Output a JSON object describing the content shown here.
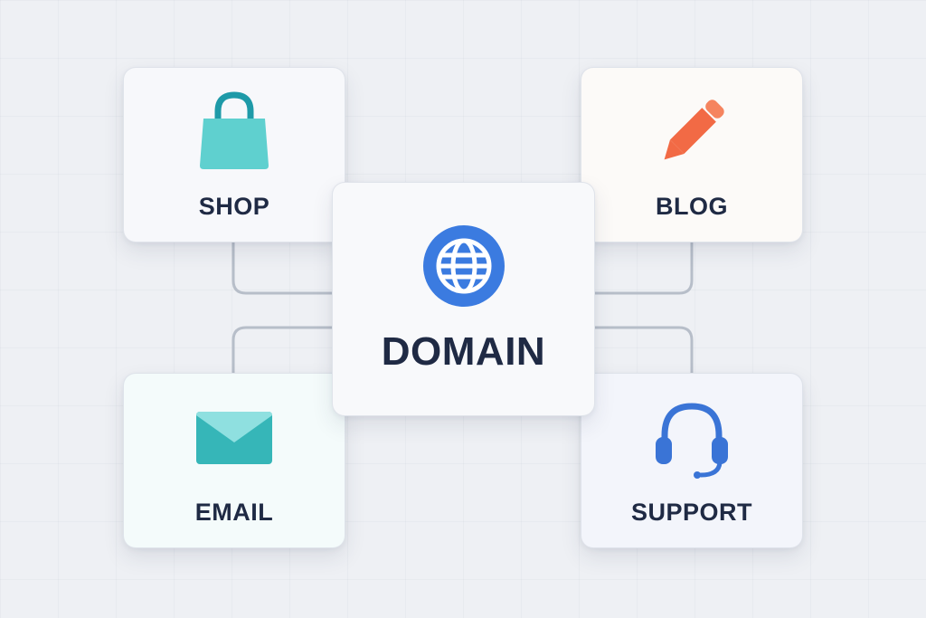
{
  "diagram": {
    "center": {
      "label": "DOMAIN",
      "icon": "globe-icon",
      "icon_color": "#3b7be0"
    },
    "nodes": [
      {
        "id": "shop",
        "label": "SHOP",
        "icon": "shopping-bag-icon",
        "icon_color": "#5fd0cf"
      },
      {
        "id": "blog",
        "label": "BLOG",
        "icon": "pencil-icon",
        "icon_color": "#f26a45"
      },
      {
        "id": "email",
        "label": "EMAIL",
        "icon": "envelope-icon",
        "icon_color": "#36b6b8"
      },
      {
        "id": "support",
        "label": "SUPPORT",
        "icon": "headset-icon",
        "icon_color": "#3a74d6"
      }
    ],
    "connector_color": "#b7bec9",
    "text_color": "#1f2a44"
  }
}
